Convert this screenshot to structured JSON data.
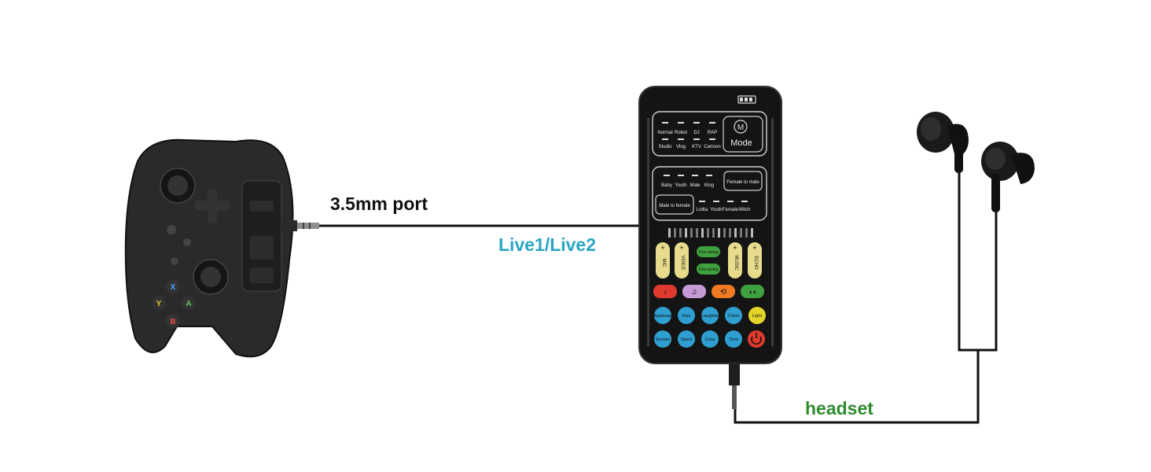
{
  "labels": {
    "port": "3.5mm port",
    "live": "Live1/Live2",
    "headset": "headset"
  },
  "colors": {
    "port_label": "#111111",
    "live_label": "#2aa6c4",
    "headset_label": "#2e8b2e",
    "device_body": "#141414",
    "cable": "#111111"
  },
  "device": {
    "mode_button": "Mode",
    "mode_icon": "M",
    "mode_row1": [
      "Normal",
      "Robot",
      "DJ",
      "RAP"
    ],
    "mode_row2": [
      "Studio",
      "Vlog",
      "KTV",
      "Cartoon"
    ],
    "voice_row1": [
      "Baby",
      "Youth",
      "Male",
      "King"
    ],
    "voice_row2": [
      "Lolita",
      "Youth",
      "Female",
      "Witch"
    ],
    "female_to_male": "Female to male",
    "male_to_female": "Male to female",
    "sliders": [
      "MIC",
      "VOICE",
      "MUSIC",
      "ECHO"
    ],
    "fine_tuning": [
      "Fine tuning",
      "Fine tuning"
    ],
    "effects_row1": [
      "Applause",
      "Kiss",
      "Laughter",
      "Cheer",
      "Light"
    ],
    "effects_row2": [
      "Scream",
      "Stand",
      "Crow",
      "Time"
    ]
  },
  "icons": [
    "game-controller-icon",
    "audio-plug-icon",
    "voice-changer-device-icon",
    "earbuds-icon",
    "power-icon",
    "battery-icon"
  ]
}
